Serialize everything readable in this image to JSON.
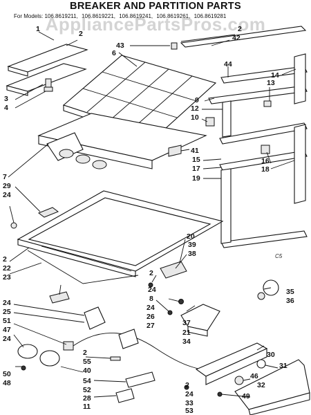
{
  "header": {
    "title": "BREAKER AND PARTITION PARTS",
    "models_prefix": "For Models:",
    "models": [
      "106.8619211,",
      "106.8619221,",
      "106.8619241,",
      "106.8619261,",
      "106.8619281"
    ]
  },
  "watermark": "AppliancePartsPros.com",
  "reference_code": "C5",
  "callouts": {
    "c1": "1",
    "c2": "2",
    "c43": "43",
    "c6": "6",
    "c3": "3",
    "c4": "4",
    "c2tr": "2",
    "c42": "42",
    "c44": "44",
    "c14": "14",
    "c13": "13",
    "c9": "9",
    "c12": "12",
    "c10": "10",
    "c41": "41",
    "c15": "15",
    "c17": "17",
    "c19": "19",
    "c16": "16",
    "c18": "18",
    "c7": "7",
    "c29": "29",
    "c24a": "24",
    "c2b": "2",
    "c22": "22",
    "c23": "23",
    "c20": "20",
    "c39": "39",
    "c38": "38",
    "c2c": "2",
    "c24b": "24",
    "c8": "8",
    "c24c": "24",
    "c26": "26",
    "c27": "27",
    "c37": "37",
    "c21": "21",
    "c34": "34",
    "c35": "35",
    "c36": "36",
    "c24d": "24",
    "c25": "25",
    "c51": "51",
    "c47": "47",
    "c24e": "24",
    "c50": "50",
    "c48": "48",
    "c2d": "2",
    "c55": "55",
    "c40": "40",
    "c54": "54",
    "c52": "52",
    "c28": "28",
    "c11": "11",
    "c30": "30",
    "c31": "31",
    "c46": "46",
    "c32": "32",
    "c49": "49",
    "c2e": "2",
    "c24f": "24",
    "c33": "33",
    "c53": "53"
  }
}
